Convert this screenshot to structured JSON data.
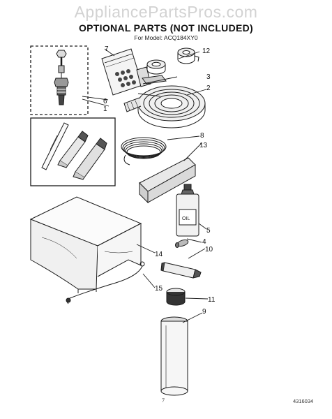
{
  "header": {
    "watermark": "AppliancePartsPros.com",
    "title": "OPTIONAL PARTS (NOT INCLUDED)",
    "subtitle": "For Model: ACQ184XY0"
  },
  "callouts": [
    "1",
    "2",
    "3",
    "4",
    "5",
    "6",
    "7",
    "8",
    "9",
    "10",
    "11",
    "12",
    "13",
    "14",
    "15"
  ],
  "item_labels": {
    "oil_bottle": "OIL"
  },
  "footer": {
    "page_number": "7",
    "document_number": "4316034"
  },
  "colors": {
    "ink": "#1a1a1a",
    "watermark": "#d2d2d2",
    "background": "#ffffff"
  }
}
